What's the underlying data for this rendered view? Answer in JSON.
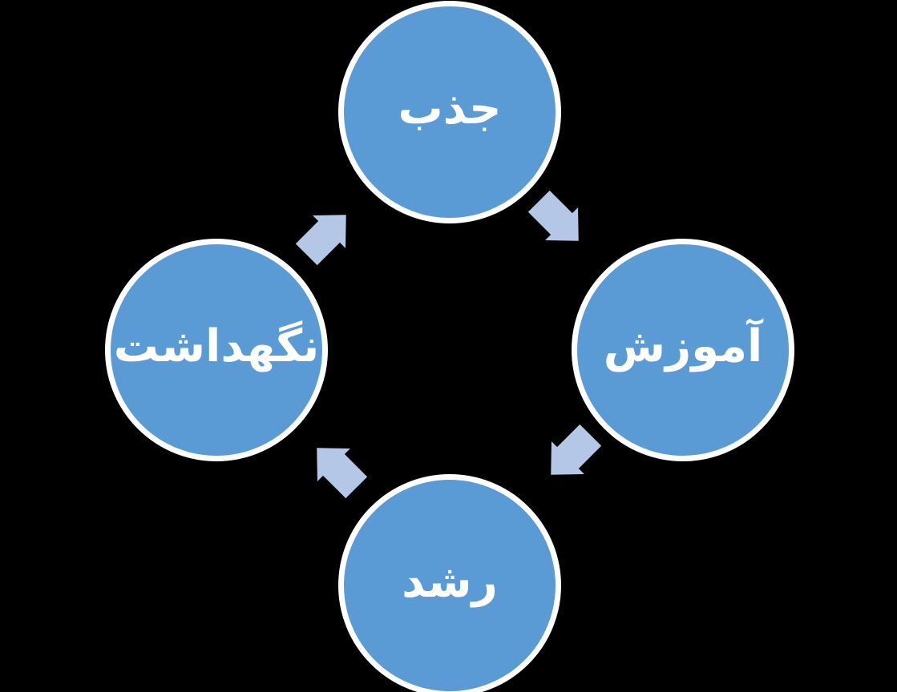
{
  "diagram": {
    "type": "cycle",
    "direction": "clockwise",
    "nodes": [
      {
        "id": "attraction",
        "position": "top",
        "label": "جذب"
      },
      {
        "id": "training",
        "position": "right",
        "label": "آموزش"
      },
      {
        "id": "growth",
        "position": "bottom",
        "label": "رشد"
      },
      {
        "id": "retention",
        "position": "left",
        "label": "نگهداشت"
      }
    ],
    "arrows": [
      {
        "id": "attraction-to-training",
        "direction": "southeast"
      },
      {
        "id": "training-to-growth",
        "direction": "southwest"
      },
      {
        "id": "growth-to-retention",
        "direction": "northwest"
      },
      {
        "id": "retention-to-attraction",
        "direction": "northeast"
      }
    ],
    "colors": {
      "background": "#000000",
      "node_fill": "#5b9bd5",
      "node_border": "#ffffff",
      "arrow_fill": "#b4c7e7",
      "label_color": "#ffffff"
    }
  }
}
